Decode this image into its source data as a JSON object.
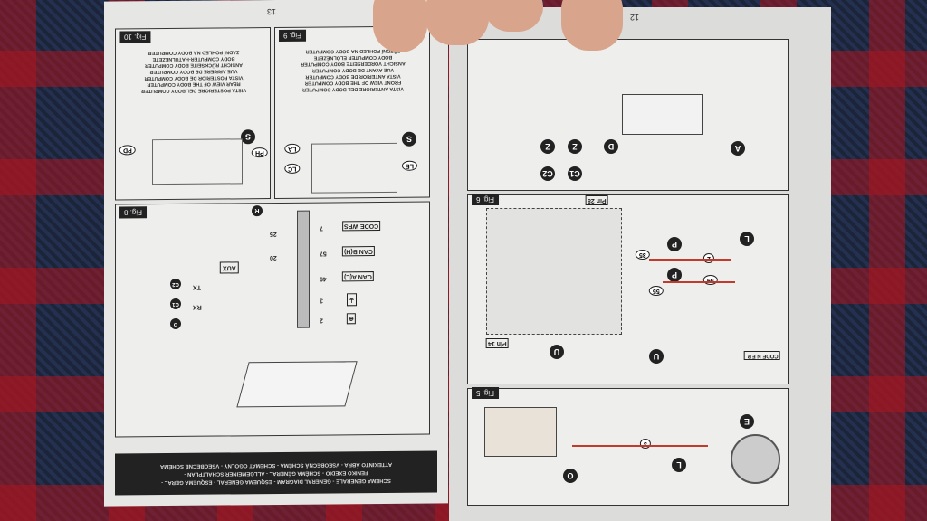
{
  "left_page": {
    "page_number": "13",
    "fig10": {
      "tag": "Fig. 10",
      "title": "VISTA POSTERIORE DEL BODY COMPUTER",
      "lines": [
        "REAR VIEW OF THE BODY COMPUTER",
        "VISTA POSTERIOR DE BODY COMPUTER",
        "VUE ARRIERE DE BODY COMPUTER",
        "ANSICHT RÜCKSEITE BODY COMPUTER",
        "BODY COMPUTER-HÁTULNÉZETE",
        "ZADNÍ POHLED NA BODY COMPUTER"
      ],
      "marker": "S",
      "labels": [
        "PD",
        "PH"
      ]
    },
    "fig9": {
      "tag": "Fig. 9",
      "title": "VISTA ANTERIORE DEL BODY COMPUTER",
      "lines": [
        "FRONT VIEW OF THE BODY COMPUTER",
        "VISTA ANTERIOR DE BODY COMPUTER",
        "VUE AVANT DE BODY COMPUTER",
        "ANSICHT VORDERSEITE BODY COMPUTER",
        "BODY COMPUTER ELÖLNÉZETE",
        "PŘEDNÍ POHLED NA BODY COMPUTER"
      ],
      "marker": "S",
      "labels": [
        "LA",
        "LC",
        "LE"
      ]
    },
    "fig8": {
      "tag": "Fig. 8",
      "rows": [
        {
          "code": "CODE WPS",
          "pin": "7"
        },
        {
          "code": "CAN B(H)",
          "pin": "57"
        },
        {
          "code": "CAN A(L)",
          "pin": "49"
        },
        {
          "code": "⏚",
          "pin": "3"
        },
        {
          "code": "⊕",
          "pin": "2"
        }
      ],
      "extra": [
        "25",
        "20",
        "AUX",
        "R",
        "TX",
        "RX",
        "C2",
        "C1",
        "D"
      ]
    },
    "banner": [
      "SCHEMA GENERALE - GENERAL DIAGRAM - ESQUEMA GENERAL - ESQUEMA GERAL -",
      "FENIKO EXEDIO - SCHÉMA GÉNÉRAL - ALLGEMEINER SCHALTPLAN -",
      "ATTEKINTO ÁBRA - VSEOBECNÁ SCHÉMA - SCHEMAT OGÓLNY - VŠEOBECNÉ SCHÉMA"
    ]
  },
  "right_page": {
    "page_number": "12",
    "fig7": {
      "labels": [
        "A",
        "D",
        "Z",
        "Z",
        "C1",
        "C2"
      ]
    },
    "fig6": {
      "tag": "Fig. 6",
      "labels": [
        "Pin 28",
        "Pin 14",
        "L",
        "P",
        "P",
        "U",
        "U",
        "35",
        "55",
        "59",
        "2"
      ],
      "code": "CODE N.F.R."
    },
    "fig5": {
      "tag": "Fig. 5",
      "labels": [
        "E",
        "L",
        "O",
        "3"
      ]
    }
  }
}
